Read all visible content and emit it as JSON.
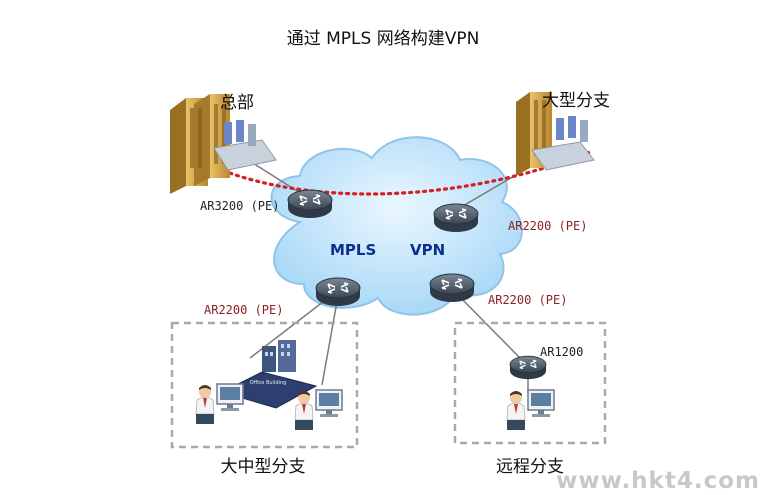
{
  "title": "通过 MPLS 网络构建VPN",
  "cloud": {
    "label_left": "MPLS",
    "label_right": "VPN"
  },
  "sites": {
    "hq": "总部",
    "large_branch": "大型分支",
    "mid_branch": "大中型分支",
    "remote_branch": "远程分支"
  },
  "routers": {
    "hq_pe": "AR3200 (PE)",
    "large_pe": "AR2200 (PE)",
    "mid_pe": "AR2200 (PE)",
    "remote_pe": "AR2200 (PE)",
    "remote_ce": "AR1200"
  },
  "building_sign": "Office Building",
  "watermark": "www.hkt4.com",
  "colors": {
    "vpn_tunnel": "#d42020",
    "cloud_fill": "#bfe3fa",
    "router_label_dark": "#222222",
    "router_label_red": "#8b1e1e",
    "mpls_text": "#0b2f8a"
  }
}
